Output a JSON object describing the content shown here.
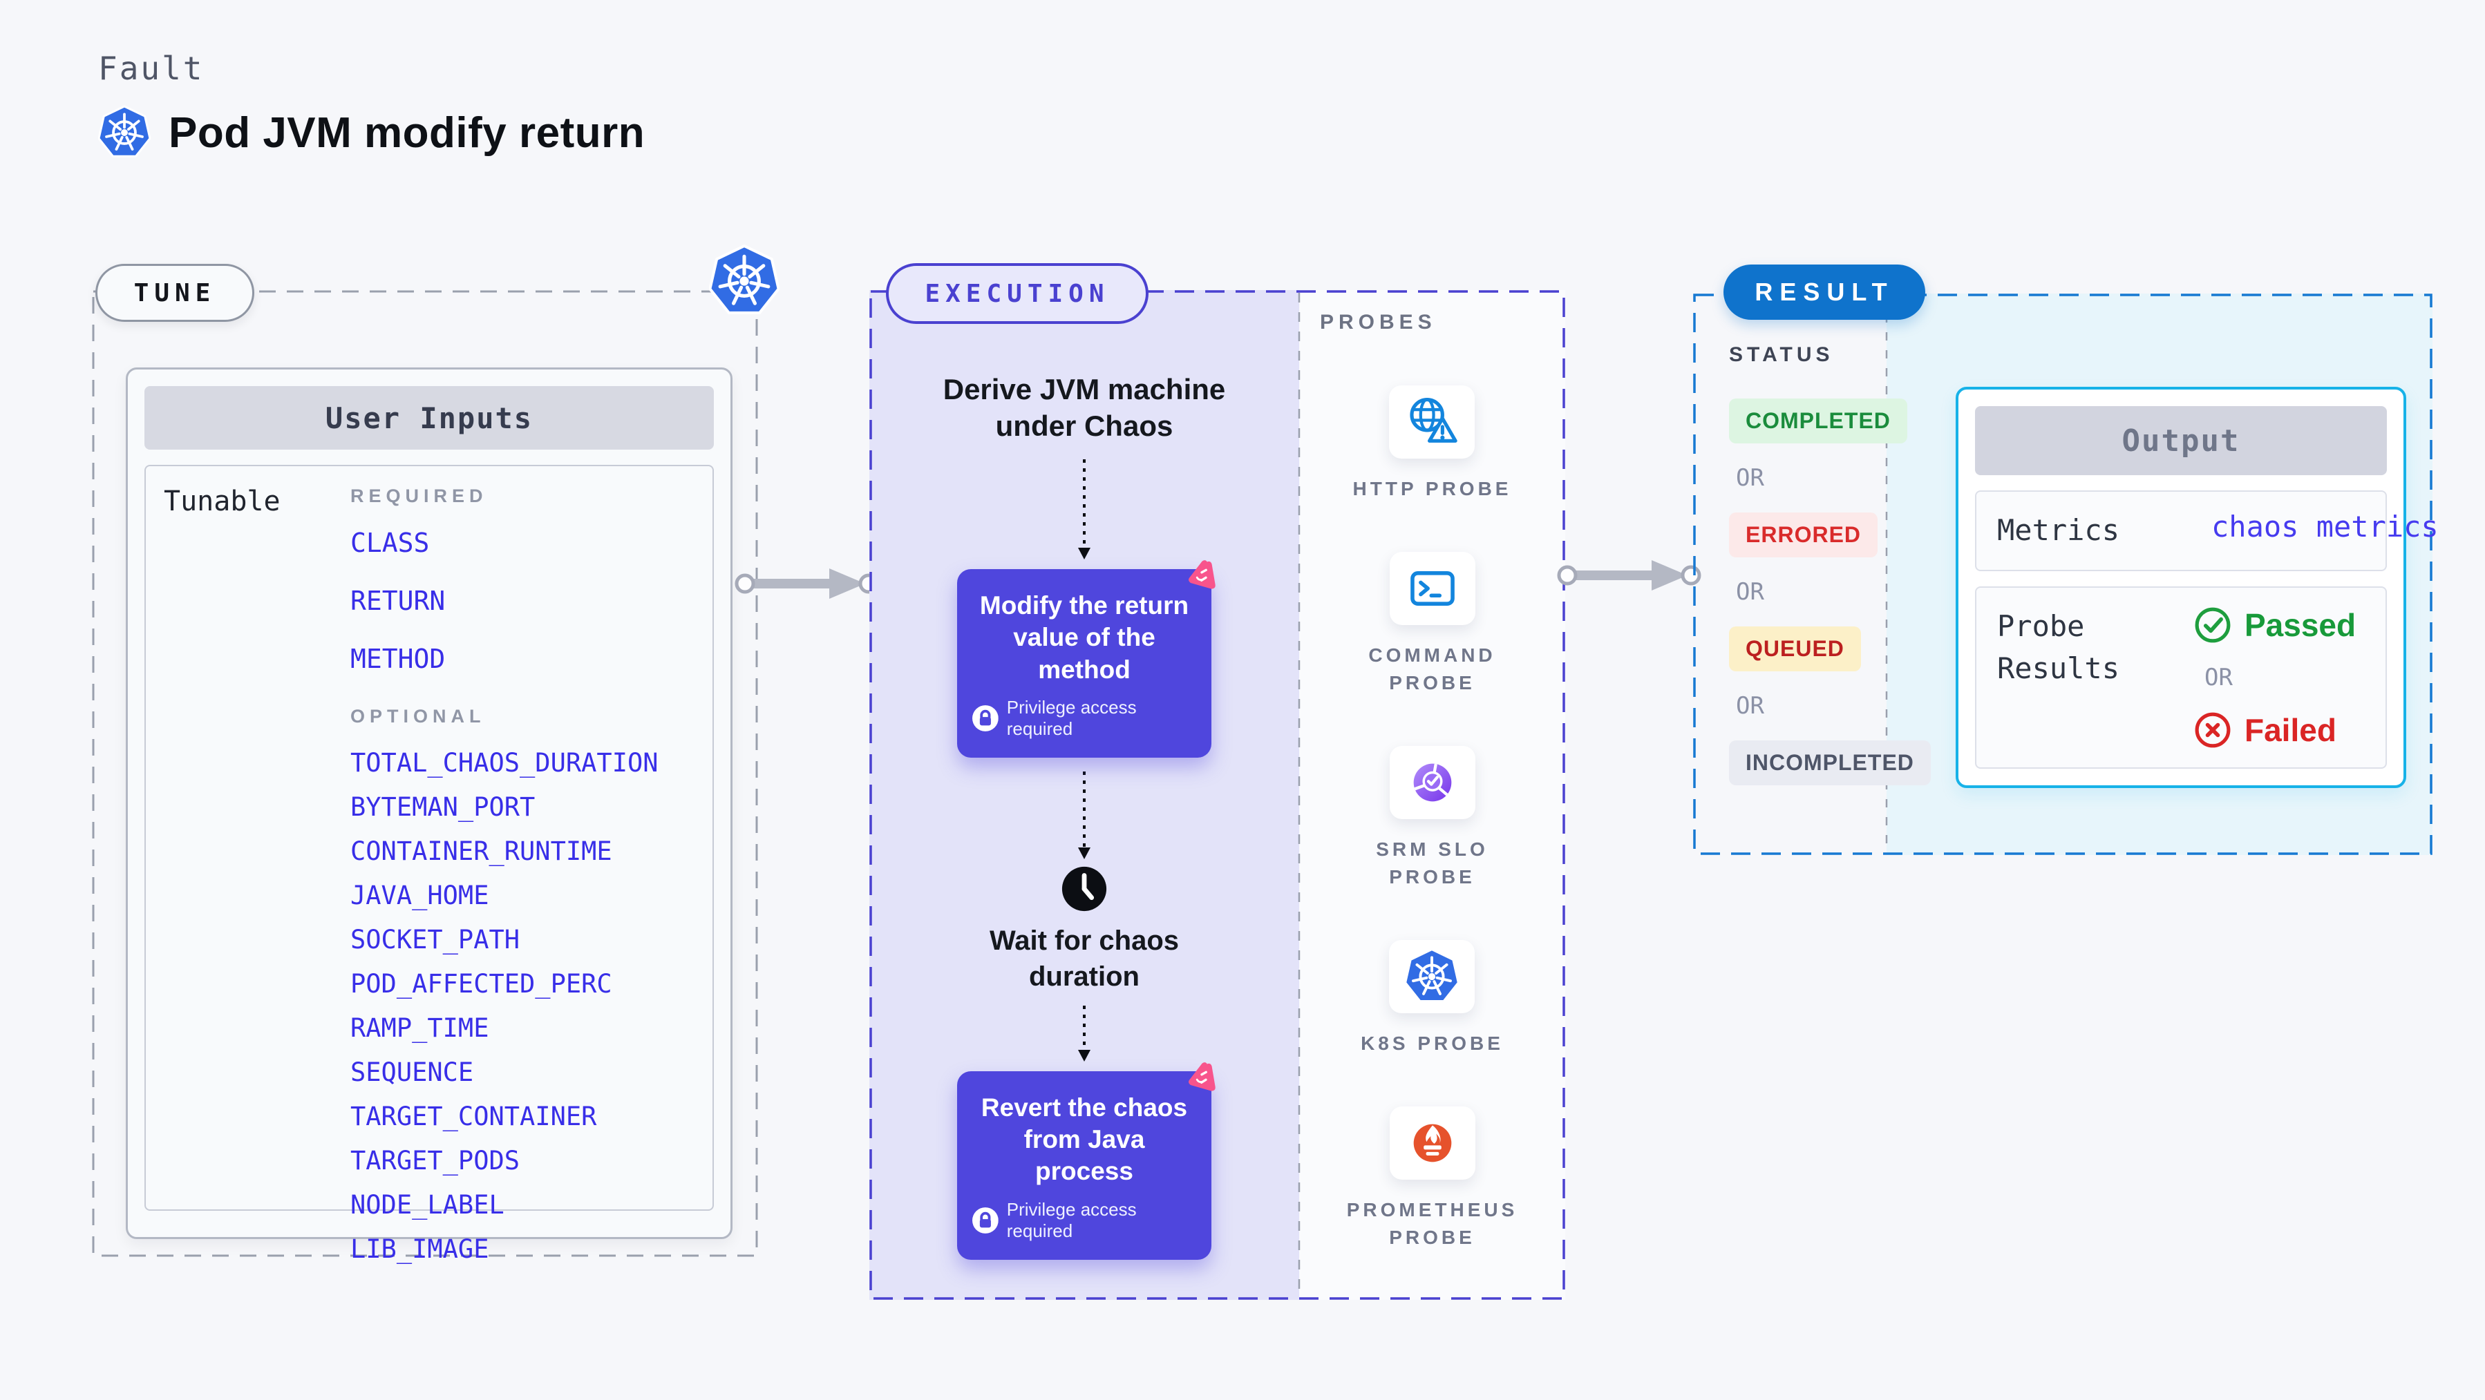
{
  "header": {
    "kicker": "Fault",
    "title": "Pod JVM modify return"
  },
  "tune": {
    "badge": "TUNE",
    "card_title": "User Inputs",
    "row_label": "Tunable",
    "required_label": "REQUIRED",
    "required": [
      "CLASS",
      "RETURN",
      "METHOD"
    ],
    "optional_label": "OPTIONAL",
    "optional": [
      "TOTAL_CHAOS_DURATION",
      "BYTEMAN_PORT",
      "CONTAINER_RUNTIME",
      "JAVA_HOME",
      "SOCKET_PATH",
      "POD_AFFECTED_PERC",
      "RAMP_TIME",
      "SEQUENCE",
      "TARGET_CONTAINER",
      "TARGET_PODS",
      "NODE_LABEL",
      "LIB_IMAGE"
    ]
  },
  "execution": {
    "badge": "EXECUTION",
    "step1": "Derive JVM machine under Chaos",
    "action1": {
      "title": "Modify the return value of the method",
      "note": "Privilege access required"
    },
    "wait": "Wait for chaos duration",
    "action2": {
      "title": "Revert the chaos from Java process",
      "note": "Privilege access required"
    }
  },
  "probes": {
    "label": "PROBES",
    "items": [
      {
        "label": "HTTP PROBE",
        "icon": "globe-warning"
      },
      {
        "label": "COMMAND PROBE",
        "icon": "terminal"
      },
      {
        "label": "SRM SLO PROBE",
        "icon": "slo-gauge"
      },
      {
        "label": "K8S PROBE",
        "icon": "kubernetes"
      },
      {
        "label": "PROMETHEUS PROBE",
        "icon": "prometheus"
      }
    ]
  },
  "result": {
    "badge": "RESULT",
    "status_label": "STATUS",
    "or_label": "OR",
    "statuses": [
      {
        "label": "COMPLETED",
        "fg": "#1a8c3c",
        "bg": "#ddf5e2"
      },
      {
        "label": "ERRORED",
        "fg": "#d92b2b",
        "bg": "#fce9e9"
      },
      {
        "label": "QUEUED",
        "fg": "#bc2020",
        "bg": "#fcf0c8"
      },
      {
        "label": "INCOMPLETED",
        "fg": "#4e5568",
        "bg": "#e9ebf2"
      }
    ],
    "output": {
      "title": "Output",
      "metrics_label": "Metrics",
      "metrics_value": "chaos metrics",
      "probe_results_label": "Probe Results",
      "passed": "Passed",
      "or_label": "OR",
      "failed": "Failed"
    }
  },
  "colors": {
    "indigo_border": "#4a41d0",
    "action_purple": "#4f46dd",
    "param_blue": "#382ee8",
    "result_blue": "#0f73cc",
    "output_border": "#17b2e8",
    "passed_green": "#189a3a",
    "failed_red": "#da2525",
    "chaos_pink": "#f8548c",
    "prometheus_orange": "#e6522c",
    "kubernetes_blue": "#316ce4"
  }
}
